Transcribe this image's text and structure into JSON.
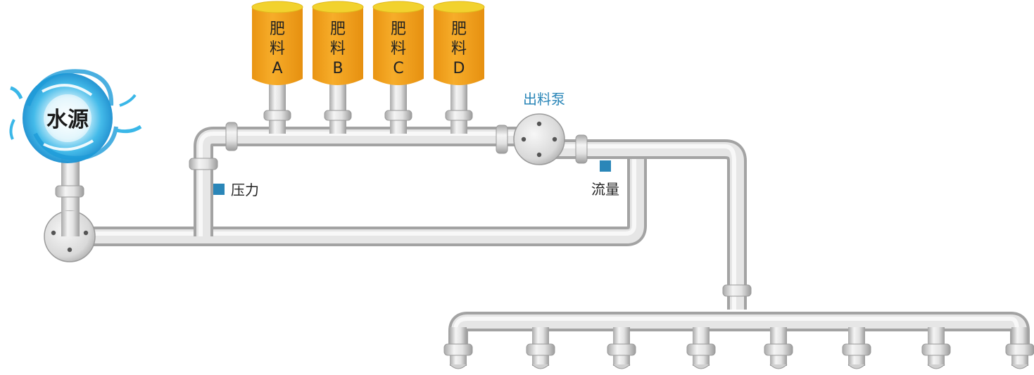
{
  "water_source": {
    "label": "水源"
  },
  "tanks": [
    {
      "line1": "肥",
      "line2": "料",
      "line3": "A"
    },
    {
      "line1": "肥",
      "line2": "料",
      "line3": "B"
    },
    {
      "line1": "肥",
      "line2": "料",
      "line3": "C"
    },
    {
      "line1": "肥",
      "line2": "料",
      "line3": "D"
    }
  ],
  "pump": {
    "label": "出料泵"
  },
  "sensors": {
    "pressure": {
      "label": "压力"
    },
    "flow": {
      "label": "流量"
    }
  },
  "outlets_count": 8,
  "colors": {
    "tank_body": "#f5a623",
    "tank_top": "#f2d22e",
    "pipe": "#d8d8d8",
    "pipe_edge": "#a9a9a9",
    "sensor": "#2a86b8",
    "pump_label": "#2a86b8",
    "water": "#3ab7e8"
  }
}
